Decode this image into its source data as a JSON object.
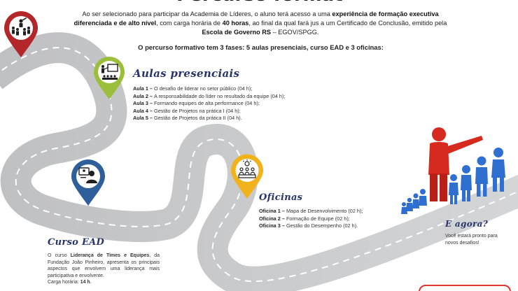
{
  "header": {
    "title": "Percurso formativo",
    "intro": {
      "p1": "Ao ser selecionado para participar da Academia de Líderes, o aluno terá acesso a uma ",
      "b1": "experiência de formação executiva diferenciada e de alto nível",
      "p2": ", com carga horária de ",
      "b2": "40 horas",
      "p3": ", ao final da qual fará jus a um Certificado de Conclusão, emitido pela ",
      "b3": "Escola de Governo RS",
      "p4": " – EGOV/SPGG."
    },
    "phases": "O percurso formativo tem 3 fases: 5 aulas presenciais, curso EAD e 3 oficinas:"
  },
  "aulas": {
    "title": "Aulas presenciais",
    "items": [
      {
        "label": "Aula 1 – ",
        "text": "O desafio de liderar no setor público (04 h);"
      },
      {
        "label": "Aula 2 – ",
        "text": "A responsabilidade do líder no resultado da equipe (04 h);"
      },
      {
        "label": "Aula 3 – ",
        "text": "Formando equipes de alta performance (04 h);"
      },
      {
        "label": "Aula 4 – ",
        "text": "Gestão de Projetos na prática I (04 h);"
      },
      {
        "label": "Aula 5 – ",
        "text": "Gestão de Projetos da prática II (04 h)."
      }
    ]
  },
  "ead": {
    "title": "Curso EAD",
    "p1": "O curso ",
    "b1": "Liderança de Times e Equipes",
    "p2": ", da Fundação João Pinheiro, apresenta os principais aspectos que envolvem uma liderança mais participativa e envolvente.",
    "p3": "Carga horária: ",
    "b2": "14 h",
    "p4": "."
  },
  "oficinas": {
    "title": "Oficinas",
    "items": [
      {
        "label": "Oficina 1 – ",
        "text": "Mapa de Desenvolvimento (02 h);"
      },
      {
        "label": "Oficina 2 – ",
        "text": "Formação de Equipe (02 h);"
      },
      {
        "label": "Oficina 3 – ",
        "text": "Gestão do Desempenho (02 h)."
      }
    ]
  },
  "agora": {
    "title": "E agora?",
    "text": "Você estará pronto para novos desafios!"
  },
  "icons": {
    "start": "team-leader-icon",
    "aulas": "classroom-presentation-icon",
    "ead": "online-learning-icon",
    "oficinas": "workshop-idea-icon"
  },
  "colors": {
    "pin_red": "#b3262a",
    "pin_green": "#9bbf3a",
    "pin_blue": "#2f5f9a",
    "pin_yellow": "#f2b21c",
    "title_navy": "#26346b",
    "road_gray": "#c9cacc",
    "leader_red": "#d62a1f",
    "team_blue": "#2f6fd0"
  }
}
